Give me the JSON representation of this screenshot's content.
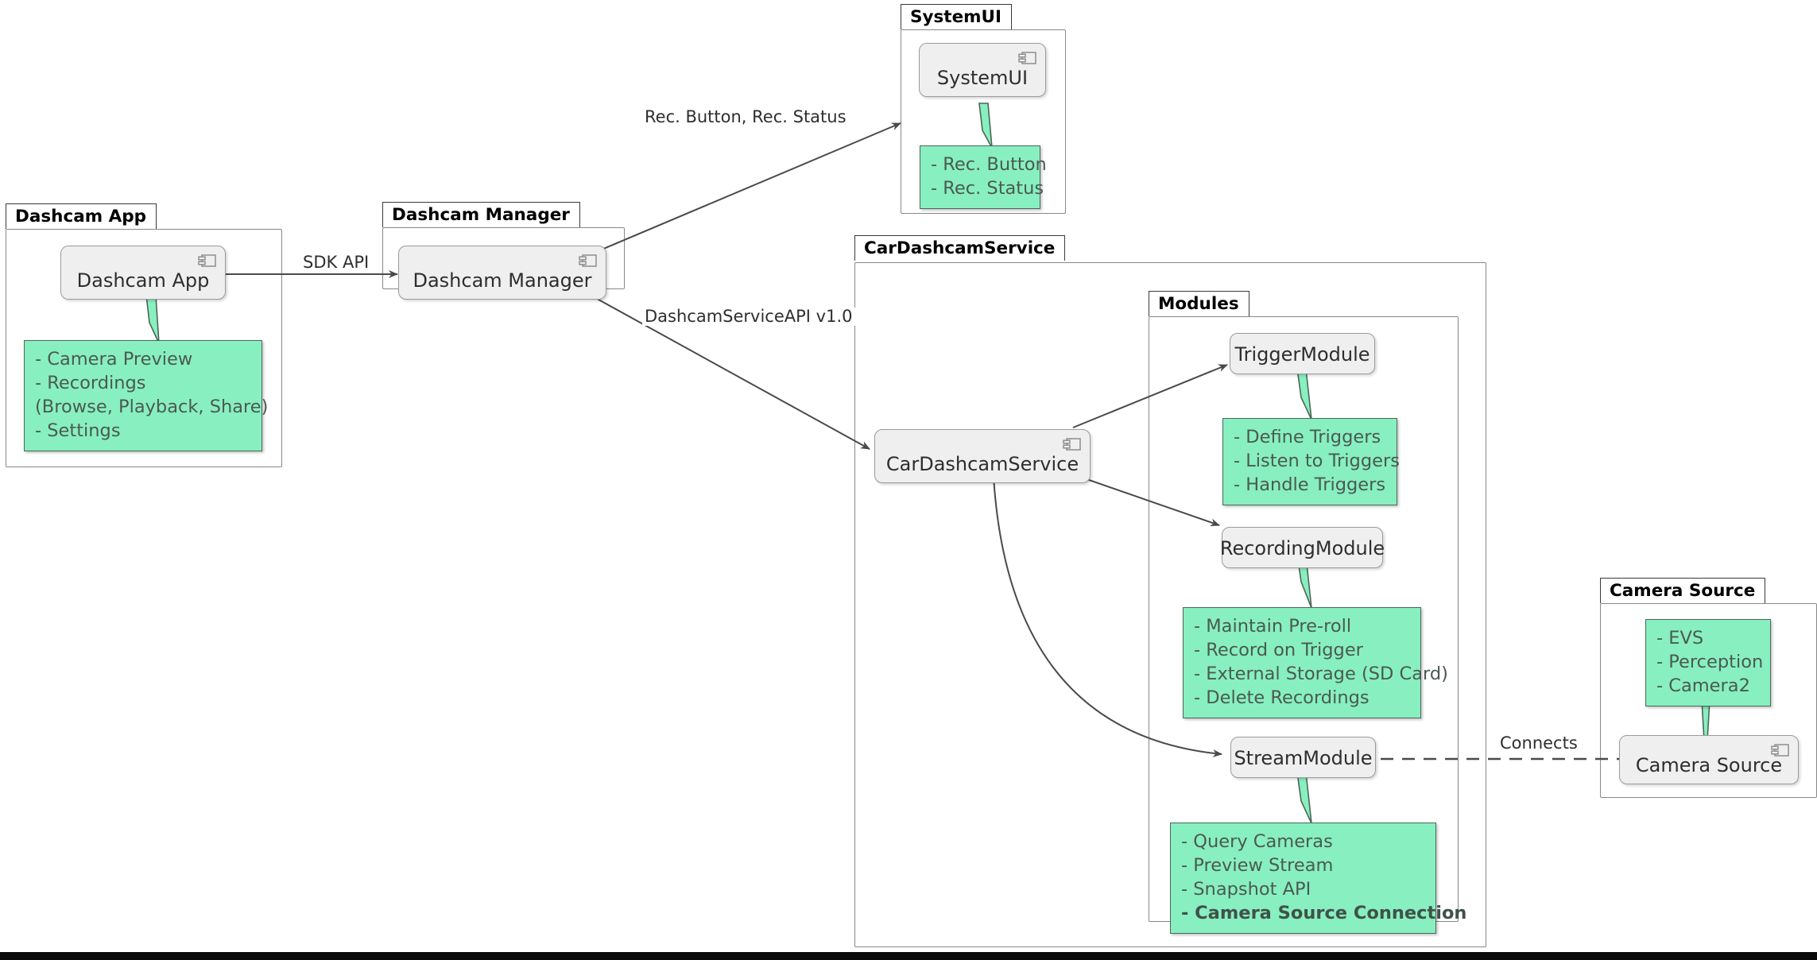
{
  "diagram": {
    "type": "uml-component-diagram",
    "title": "CarDashcamService Architecture",
    "colors": {
      "note_fill": "#88EFC0",
      "note_border": "#4d6655",
      "component_fill": "#EFEFEF",
      "component_border": "#9b9b9b",
      "package_border": "#888888",
      "text": "#2e2e2e",
      "note_text": "#4a5a52",
      "edge": "#4a4a4a",
      "bottom_bar": "#0a0a0a"
    }
  },
  "packages": [
    {
      "id": "pkg-dashcam-app",
      "label": "Dashcam App"
    },
    {
      "id": "pkg-dashcam-manager",
      "label": "Dashcam Manager"
    },
    {
      "id": "pkg-systemui",
      "label": "SystemUI"
    },
    {
      "id": "pkg-cardashcamservice",
      "label": "CarDashcamService"
    },
    {
      "id": "pkg-modules",
      "label": "Modules"
    },
    {
      "id": "pkg-camera-source",
      "label": "Camera Source"
    }
  ],
  "components": [
    {
      "id": "comp-dashcam-app",
      "label": "Dashcam App",
      "icon": "uml-component-icon"
    },
    {
      "id": "comp-dashcam-manager",
      "label": "Dashcam Manager",
      "icon": "uml-component-icon"
    },
    {
      "id": "comp-systemui",
      "label": "SystemUI",
      "icon": "uml-component-icon"
    },
    {
      "id": "comp-cardashcamservice",
      "label": "CarDashcamService",
      "icon": "uml-component-icon"
    },
    {
      "id": "comp-triggermodule",
      "label": "TriggerModule",
      "icon": null
    },
    {
      "id": "comp-recordingmodule",
      "label": "RecordingModule",
      "icon": null
    },
    {
      "id": "comp-streammodule",
      "label": "StreamModule",
      "icon": null
    },
    {
      "id": "comp-camera-source",
      "label": "Camera Source",
      "icon": "uml-component-icon"
    }
  ],
  "notes": {
    "dashcam_app": {
      "attached_to": "Dashcam App",
      "lines": [
        {
          "text": "- Camera Preview",
          "bold": false
        },
        {
          "text": "- Recordings",
          "bold": false
        },
        {
          "text": "  (Browse, Playback, Share)",
          "bold": false
        },
        {
          "text": "- Settings",
          "bold": false
        }
      ]
    },
    "systemui": {
      "attached_to": "SystemUI",
      "lines": [
        {
          "text": "- Rec. Button",
          "bold": false
        },
        {
          "text": "- Rec. Status",
          "bold": false
        }
      ]
    },
    "trigger_module": {
      "attached_to": "TriggerModule",
      "lines": [
        {
          "text": "- Define Triggers",
          "bold": false
        },
        {
          "text": "- Listen to Triggers",
          "bold": false
        },
        {
          "text": "- Handle Triggers",
          "bold": false
        }
      ]
    },
    "recording_module": {
      "attached_to": "RecordingModule",
      "lines": [
        {
          "text": "- Maintain Pre-roll",
          "bold": false
        },
        {
          "text": "- Record on Trigger",
          "bold": false
        },
        {
          "text": "- External Storage (SD Card)",
          "bold": false
        },
        {
          "text": "- Delete Recordings",
          "bold": false
        }
      ]
    },
    "stream_module": {
      "attached_to": "StreamModule",
      "lines": [
        {
          "text": "- Query Cameras",
          "bold": false
        },
        {
          "text": "- Preview Stream",
          "bold": false
        },
        {
          "text": "- Snapshot API",
          "bold": false
        },
        {
          "text": "- Camera Source Connection",
          "bold": true
        }
      ]
    },
    "camera_source": {
      "attached_to": "Camera Source",
      "lines": [
        {
          "text": "- EVS",
          "bold": false
        },
        {
          "text": "- Perception",
          "bold": false
        },
        {
          "text": "- Camera2",
          "bold": false
        }
      ]
    }
  },
  "edges": [
    {
      "id": "edge-sdk-api",
      "from": "Dashcam App",
      "to": "Dashcam Manager",
      "label": "SDK API",
      "style": "solid-arrow"
    },
    {
      "id": "edge-rec-button-status",
      "from": "Dashcam Manager",
      "to": "SystemUI",
      "label": "Rec. Button, Rec. Status",
      "style": "solid-arrow"
    },
    {
      "id": "edge-dashcamserviceapi",
      "from": "Dashcam Manager",
      "to": "CarDashcamService",
      "label": "DashcamServiceAPI v1.0",
      "style": "solid-arrow"
    },
    {
      "id": "edge-to-triggermodule",
      "from": "CarDashcamService",
      "to": "TriggerModule",
      "label": "",
      "style": "solid-arrow"
    },
    {
      "id": "edge-to-recordingmodule",
      "from": "CarDashcamService",
      "to": "RecordingModule",
      "label": "",
      "style": "solid-arrow"
    },
    {
      "id": "edge-to-streammodule",
      "from": "CarDashcamService",
      "to": "StreamModule",
      "label": "",
      "style": "solid-arrow-curved"
    },
    {
      "id": "edge-connects",
      "from": "StreamModule",
      "to": "Camera Source",
      "label": "Connects",
      "style": "dashed"
    }
  ]
}
